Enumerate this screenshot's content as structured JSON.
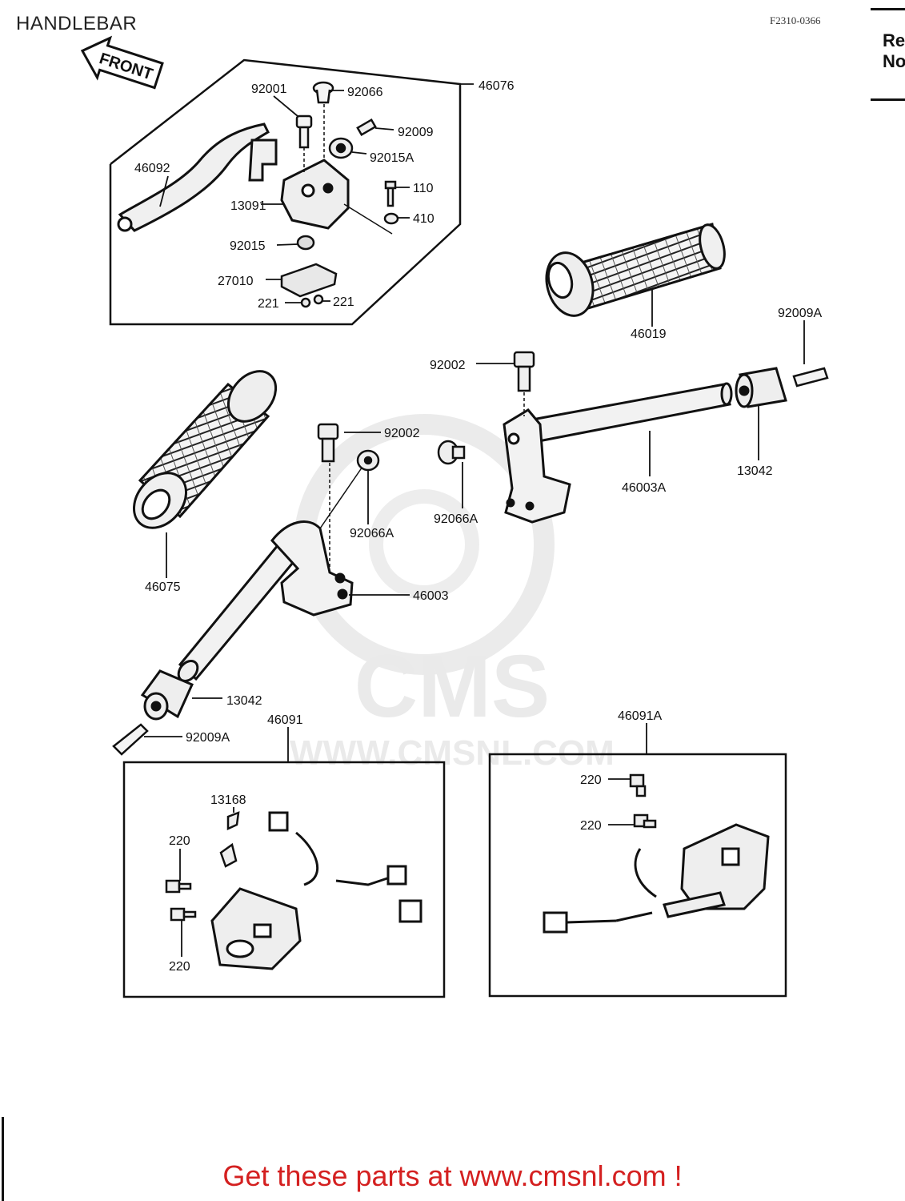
{
  "title": "HANDLEBAR",
  "drawing_no": "F2310-0366",
  "ref_note": [
    "Re",
    "No"
  ],
  "front_label": "FRONT",
  "watermark": {
    "logo_text": "CMS",
    "url_text": "WWW.CMSNL.COM"
  },
  "footer_text": "Get these parts at www.cmsnl.com !",
  "colors": {
    "ink": "#1a1a1a",
    "footer": "#d42020",
    "watermark": "#e6e6e6",
    "part_fill": "#efefef"
  },
  "parts": {
    "p92001": "92001",
    "p92066": "92066",
    "p46076": "46076",
    "p92009": "92009",
    "p92015A": "92015A",
    "p46092": "46092",
    "p110": "110",
    "p13091": "13091",
    "p410": "410",
    "p92015": "92015",
    "p27010": "27010",
    "p221a": "221",
    "p221b": "221",
    "p46019": "46019",
    "p92009A_r": "92009A",
    "p92002_r": "92002",
    "p92002_l": "92002",
    "p92066A_r": "92066A",
    "p46003A": "46003A",
    "p13042_r": "13042",
    "p92066A_l": "92066A",
    "p46075": "46075",
    "p46003": "46003",
    "p13042_l": "13042",
    "p92009A_l": "92009A",
    "p46091": "46091",
    "p46091A": "46091A",
    "p13168": "13168",
    "p220_l1": "220",
    "p220_l2": "220",
    "p220_r1": "220",
    "p220_r2": "220"
  }
}
